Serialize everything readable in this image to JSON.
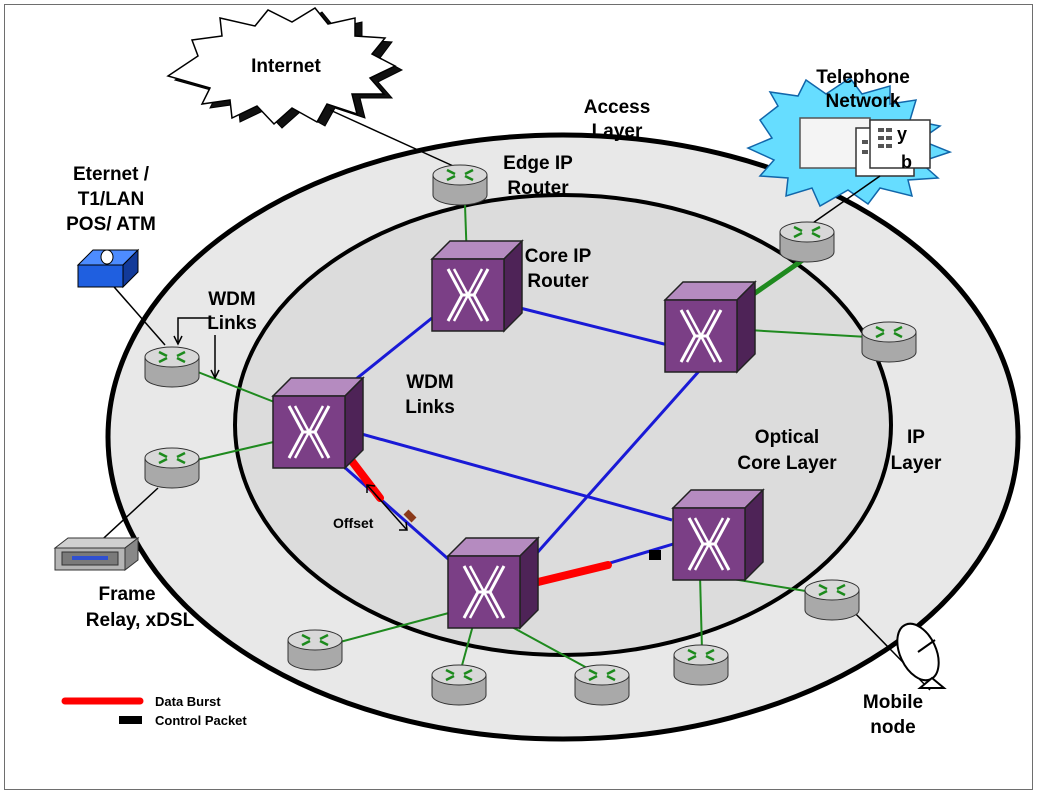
{
  "labels": {
    "internet": "Internet",
    "access_layer_1": "Access",
    "access_layer_2": "Layer",
    "telephone_1": "Telephone",
    "telephone_2": "Network",
    "edge_router_1": "Edge IP",
    "edge_router_2": "Router",
    "ethernet_1": "Eternet /",
    "ethernet_2": "T1/LAN",
    "ethernet_3": "POS/ ATM",
    "core_router_1": "Core  IP",
    "core_router_2": "Router",
    "wdm_outer_1": "WDM",
    "wdm_outer_2": "Links",
    "wdm_inner_1": "WDM",
    "wdm_inner_2": "Links",
    "optical_core_1": "Optical",
    "optical_core_2": "Core Layer",
    "ip_layer_1": "IP",
    "ip_layer_2": "Layer",
    "offset": "Offset",
    "frame_relay_1": "Frame",
    "frame_relay_2": "Relay, xDSL",
    "mobile_1": "Mobile",
    "mobile_2": "node",
    "phone_letter_1": "y",
    "phone_letter_2": "b"
  },
  "legend": {
    "data_burst": "Data Burst",
    "control_packet": "Control Packet"
  },
  "colors": {
    "outer_ring": "#e6e6e6",
    "inner_core": "#dcdcdc",
    "switch_face": "#7b3f86",
    "wdm_link": "#1a1ad6",
    "access_link": "#1f8a1f",
    "data_burst": "#ff0000",
    "control_packet": "#000000",
    "telephone_burst": "#66ddff"
  },
  "icons": {
    "optical_switch": "optical-switch-icon",
    "ip_router": "ip-router-icon",
    "internet_cloud": "cloud-icon",
    "telephone_network": "telephone-network-icon",
    "ethernet_hub": "hub-icon",
    "frame_relay_device": "frame-relay-device-icon",
    "satellite_dish": "satellite-dish-icon"
  }
}
